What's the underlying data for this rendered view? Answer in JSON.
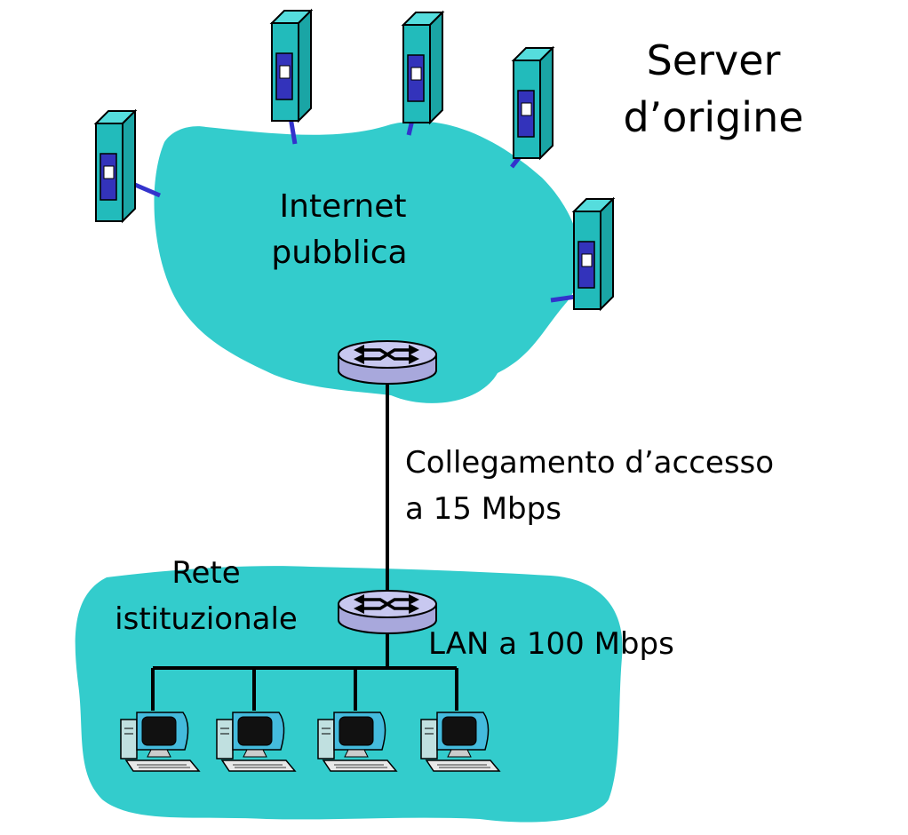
{
  "labels": {
    "origin_servers_line1": "Server",
    "origin_servers_line2": "d’origine",
    "public_internet_line1": "Internet",
    "public_internet_line2": "pubblica",
    "access_link_line1": "Collegamento d’accesso",
    "access_link_line2": "a 15 Mbps",
    "institutional_network_line1": "Rete",
    "institutional_network_line2": "istituzionale",
    "lan": "LAN a 100 Mbps"
  },
  "colors": {
    "cloud": "#33cccc",
    "server_body": "#22bbbb",
    "server_panel": "#3333bb",
    "link_blue": "#3333cc",
    "router_top": "#c8c8f0",
    "router_side": "#a8a8dc",
    "wire": "#000000"
  },
  "icons": {
    "server": "server-tower-icon",
    "router": "router-icon",
    "workstation": "desktop-computer-icon"
  }
}
